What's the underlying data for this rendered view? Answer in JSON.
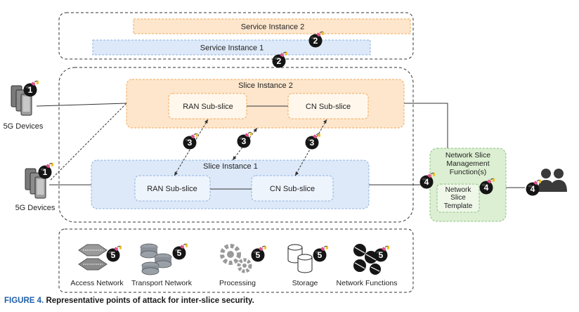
{
  "service_instances": {
    "service_instance_2": "Service Instance 2",
    "service_instance_1": "Service Instance 1"
  },
  "slices": {
    "slice_instance_2": {
      "title": "Slice Instance 2",
      "ran": "RAN Sub-slice",
      "cn": "CN Sub-slice"
    },
    "slice_instance_1": {
      "title": "Slice Instance 1",
      "ran": "RAN Sub-slice",
      "cn": "CN Sub-slice"
    }
  },
  "devices": {
    "top": "5G Devices",
    "bottom": "5G Devices"
  },
  "management": {
    "line1": "Network Slice",
    "line2": "Management",
    "line3": "Function(s)",
    "template_line1": "Network",
    "template_line2": "Slice",
    "template_line3": "Template"
  },
  "resources": {
    "access_network": "Access Network",
    "transport_network": "Transport Network",
    "processing": "Processing",
    "storage": "Storage",
    "network_functions": "Network Functions"
  },
  "attack_points": [
    "1",
    "1",
    "2",
    "2",
    "3",
    "3",
    "3",
    "4",
    "4",
    "4",
    "5",
    "5",
    "5",
    "5",
    "5"
  ],
  "caption": {
    "figure_label": "FIGURE 4.",
    "text": "Representative points of attack for inter-slice security."
  },
  "colors": {
    "orange_fill": "#fde6cc",
    "orange_border": "#f2a85a",
    "blue_fill": "#dde9f8",
    "blue_border": "#8fb2e0",
    "green_fill": "#dcefd2",
    "green_border": "#8cc080",
    "bomb": "#151515",
    "spark": "#f0c020",
    "fuse_pink": "#e0508a"
  }
}
